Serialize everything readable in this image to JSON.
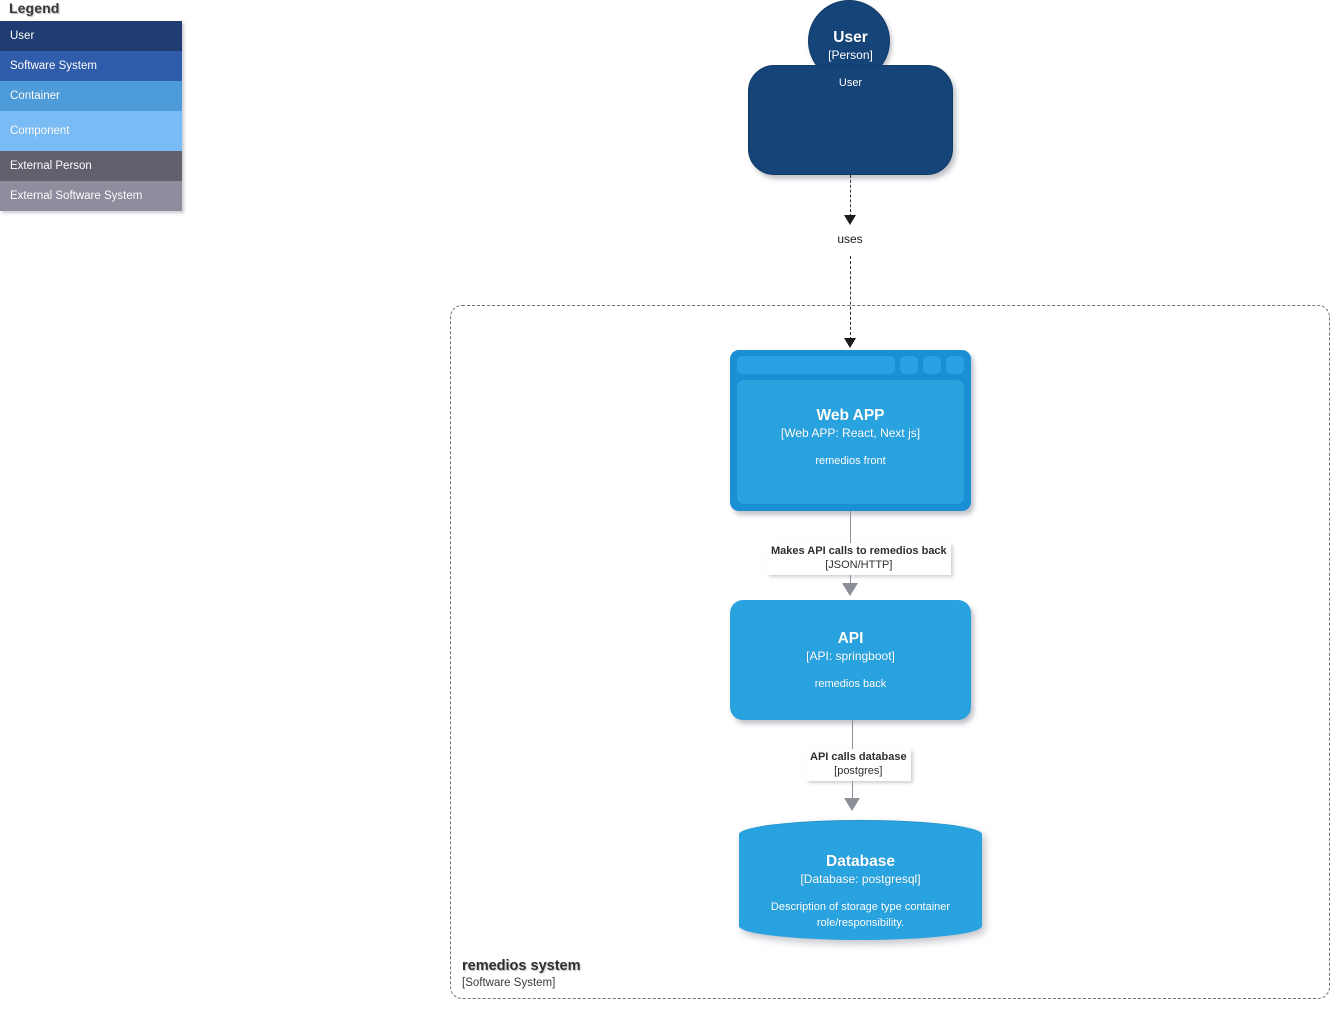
{
  "legend": {
    "title": "Legend",
    "items": [
      {
        "label": "User",
        "color": "#1f3d72",
        "height": 30
      },
      {
        "label": "Software System",
        "color": "#2f5cab",
        "height": 30
      },
      {
        "label": "Container",
        "color": "#4d9bd8",
        "height": 30
      },
      {
        "label": "Component",
        "color": "#79bcf5",
        "height": 40
      },
      {
        "label": "External Person",
        "color": "#63606e",
        "height": 30
      },
      {
        "label": "External Software System",
        "color": "#8f8c9e",
        "height": 30
      }
    ]
  },
  "boundary": {
    "name": "remedios system",
    "type": "[Software System]"
  },
  "nodes": {
    "user": {
      "name": "User",
      "type": "[Person]",
      "description": "User",
      "color": "#154479"
    },
    "webapp": {
      "name": "Web APP",
      "type": "[Web APP: React, Next js]",
      "description": "remedios front",
      "color": "#29a3e0"
    },
    "api": {
      "name": "API",
      "type": "[API: springboot]",
      "description": "remedios back",
      "color": "#29a3e0"
    },
    "database": {
      "name": "Database",
      "type": "[Database: postgresql]",
      "description_line1": "Description of storage type container",
      "description_line2": "role/responsibility.",
      "color": "#29a3e0"
    }
  },
  "relationships": {
    "user_to_webapp": {
      "label": "uses"
    },
    "webapp_to_api": {
      "label": "Makes API calls to remedios back",
      "technology": "[JSON/HTTP]"
    },
    "api_to_database": {
      "label": "API calls database",
      "technology": "[postgres]"
    }
  }
}
